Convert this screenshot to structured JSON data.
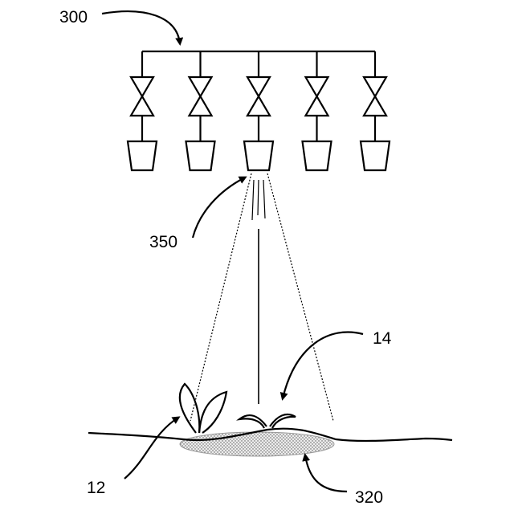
{
  "labels": {
    "system": "300",
    "spray": "350",
    "weed": "14",
    "crop": "12",
    "target_area": "320"
  },
  "nozzle_count": 5,
  "spraying_nozzle_index": 2,
  "colors": {
    "line": "#000000",
    "background": "#ffffff",
    "stipple": "#555555"
  }
}
